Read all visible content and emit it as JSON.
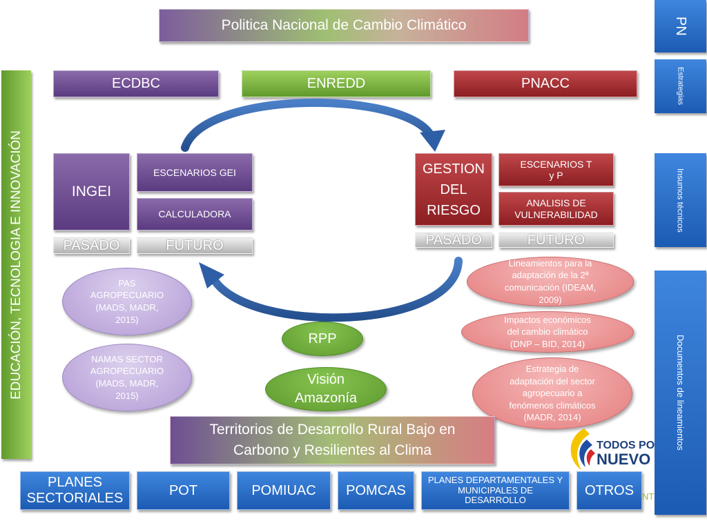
{
  "title": "Politica Nacional de Cambio Climático",
  "strategies": {
    "left": "ECDBC",
    "center": "ENREDD",
    "right": "PNACC"
  },
  "left_block": {
    "main": "INGEI",
    "sub1": "ESCENARIOS GEI",
    "sub2": "CALCULADORA",
    "past": "PASADO",
    "future": "FUTURO"
  },
  "right_block": {
    "main": "GESTION DEL RIESGO",
    "sub1": "ESCENARIOS T y P",
    "sub2": "ANALISIS DE VULNERABILIDAD",
    "past": "PASADO",
    "future": "FUTURO"
  },
  "left_ovals": [
    "PAS AGROPECUARIO (MADS, MADR, 2015)",
    "NAMAS SECTOR AGROPECUARIO (MADS, MADR, 2015)"
  ],
  "center_ovals": {
    "rpp": "RPP",
    "vision": "Visión Amazonía"
  },
  "right_ovals": [
    "Lineamientos para la adaptación de la 2ª comunicación (IDEAM, 2009)",
    "Impactos económicos del cambio climático (DNP – BID, 2014)",
    "Estrategia de adaptación del sector agropecuario a fenómenos climáticos (MADR, 2014)"
  ],
  "territories": "Territorios de Desarrollo Rural Bajo en Carbono y Resilientes al Clima",
  "bottom_plans": [
    "PLANES SECTORIALES",
    "POT",
    "POMIUAC",
    "POMCAS",
    "PLANES DEPARTAMENTALES Y MUNICIPALES DE DESARROLLO",
    "OTROS"
  ],
  "left_side": "EDUCACIÓN, TECNOLOGIA E INNOVACIÓN",
  "right_side": {
    "pn": "PN",
    "strategies": "Estrategias",
    "inputs": "Insumos técnicos",
    "documents": "Documentos de lineamientos"
  },
  "logo": {
    "line1": "TODOS POR",
    "line2": "NUEVO PA",
    "partial": "NT"
  },
  "colors": {
    "purple": "#5b3b80",
    "green": "#5f9a2c",
    "red": "#8c1e22",
    "blue": "#1c5bb3",
    "arrow": "#2e5ea6"
  }
}
